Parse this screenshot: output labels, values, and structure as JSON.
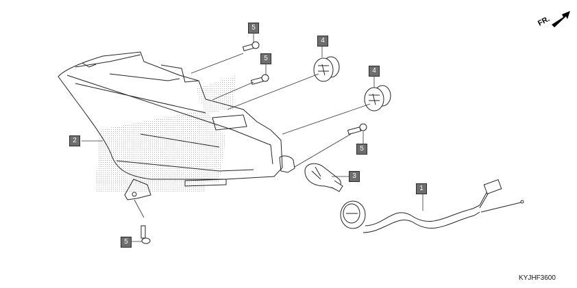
{
  "diagram": {
    "drawing_code": "KYJHF3600",
    "direction_indicator": "FR.",
    "callouts": [
      {
        "id": "callout-1",
        "label": "1",
        "part": "socket-harness"
      },
      {
        "id": "callout-2",
        "label": "2",
        "part": "rear-combination-light"
      },
      {
        "id": "callout-3",
        "label": "3",
        "part": "bulb"
      },
      {
        "id": "callout-4a",
        "label": "4",
        "part": "grommet"
      },
      {
        "id": "callout-4b",
        "label": "4",
        "part": "grommet"
      },
      {
        "id": "callout-5a",
        "label": "5",
        "part": "screw"
      },
      {
        "id": "callout-5b",
        "label": "5",
        "part": "screw"
      },
      {
        "id": "callout-5c",
        "label": "5",
        "part": "screw"
      },
      {
        "id": "callout-5d",
        "label": "5",
        "part": "screw"
      }
    ]
  }
}
